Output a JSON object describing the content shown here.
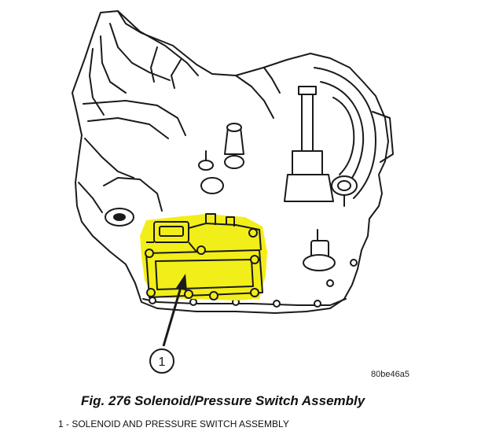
{
  "figure": {
    "callout_number": "1",
    "image_code": "80be46a5",
    "caption": "Fig. 276 Solenoid/Pressure Switch Assembly",
    "legend": [
      {
        "text": "1 - SOLENOID AND PRESSURE SWITCH ASSEMBLY"
      }
    ]
  },
  "colors": {
    "highlight": "#f2ee1a",
    "line": "#1a1a1a",
    "background": "#ffffff"
  },
  "highlighted_component": "solenoid-pressure-switch-assembly"
}
